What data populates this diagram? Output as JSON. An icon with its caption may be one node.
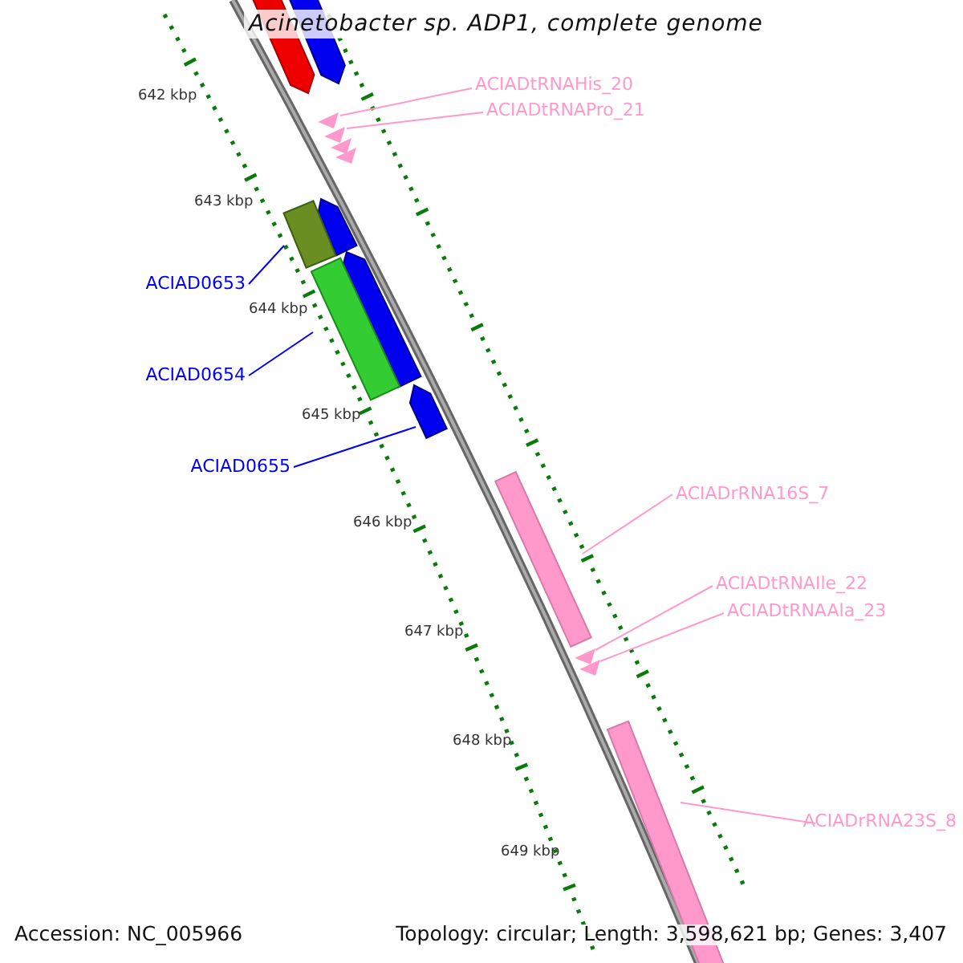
{
  "diagram": {
    "title": "Acinetobacter sp. ADP1, complete genome",
    "nodes": [
      {
        "text": [],
        "shape": "pentagon"
      },
      {
        "text": [],
        "shape": "pentagon"
      },
      {
        "text": [
          "ACIADtRNAHis_20"
        ]
      },
      {
        "text": [],
        "shape": "triangle"
      },
      {
        "text": [
          "ACIADtRNAPro_21"
        ]
      },
      {
        "text": [],
        "shape": "triangle"
      },
      {
        "text": [],
        "shape": "triangle"
      },
      {
        "text": [],
        "shape": "triangle"
      },
      {
        "text": [],
        "shape": "pentagon"
      },
      {
        "text": [
          "ACIAD0653"
        ]
      },
      {
        "text": [],
        "shape": "bar"
      },
      {
        "text": [],
        "shape": "pentagon"
      },
      {
        "text": [
          "ACIAD0654"
        ]
      },
      {
        "text": [],
        "shape": "bar"
      },
      {
        "text": [
          "ACIAD0655"
        ]
      },
      {
        "text": [],
        "shape": "pentagon"
      },
      {
        "text": [
          "ACIADrRNA16S_7"
        ]
      },
      {
        "text": [],
        "shape": "bar"
      },
      {
        "text": [
          "ACIADtRNAIle_22"
        ]
      },
      {
        "text": [],
        "shape": "triangle"
      },
      {
        "text": [
          "ACIADtRNAAla_23"
        ]
      },
      {
        "text": [],
        "shape": "triangle"
      },
      {
        "text": [
          "ACIADrRNA23S_8"
        ]
      },
      {
        "text": [],
        "shape": "bar"
      }
    ],
    "edges": [
      {
        "from": 2,
        "to": 3,
        "arrow": "none"
      },
      {
        "from": 4,
        "to": 5,
        "arrow": "none"
      },
      {
        "from": 9,
        "to": 10,
        "arrow": "none",
        "color": "#0000ff"
      },
      {
        "from": 12,
        "to": 13,
        "arrow": "none",
        "color": "#0000ff"
      },
      {
        "from": 14,
        "to": 15,
        "arrow": "none",
        "color": "#0000ff"
      },
      {
        "from": 16,
        "to": 17,
        "arrow": "none"
      },
      {
        "from": 18,
        "to": 19,
        "arrow": "none"
      },
      {
        "from": 20,
        "to": 21,
        "arrow": "none"
      },
      {
        "from": 22,
        "to": 23,
        "arrow": "none"
      }
    ],
    "labels": [
      "642 kbp",
      "643 kbp",
      "644 kbp",
      "645 kbp",
      "646 kbp",
      "647 kbp",
      "648 kbp",
      "649 kbp",
      "Accession: NC_005966",
      "Topology: circular; Length: 3,598,621 bp; Genes: 3,407"
    ]
  }
}
